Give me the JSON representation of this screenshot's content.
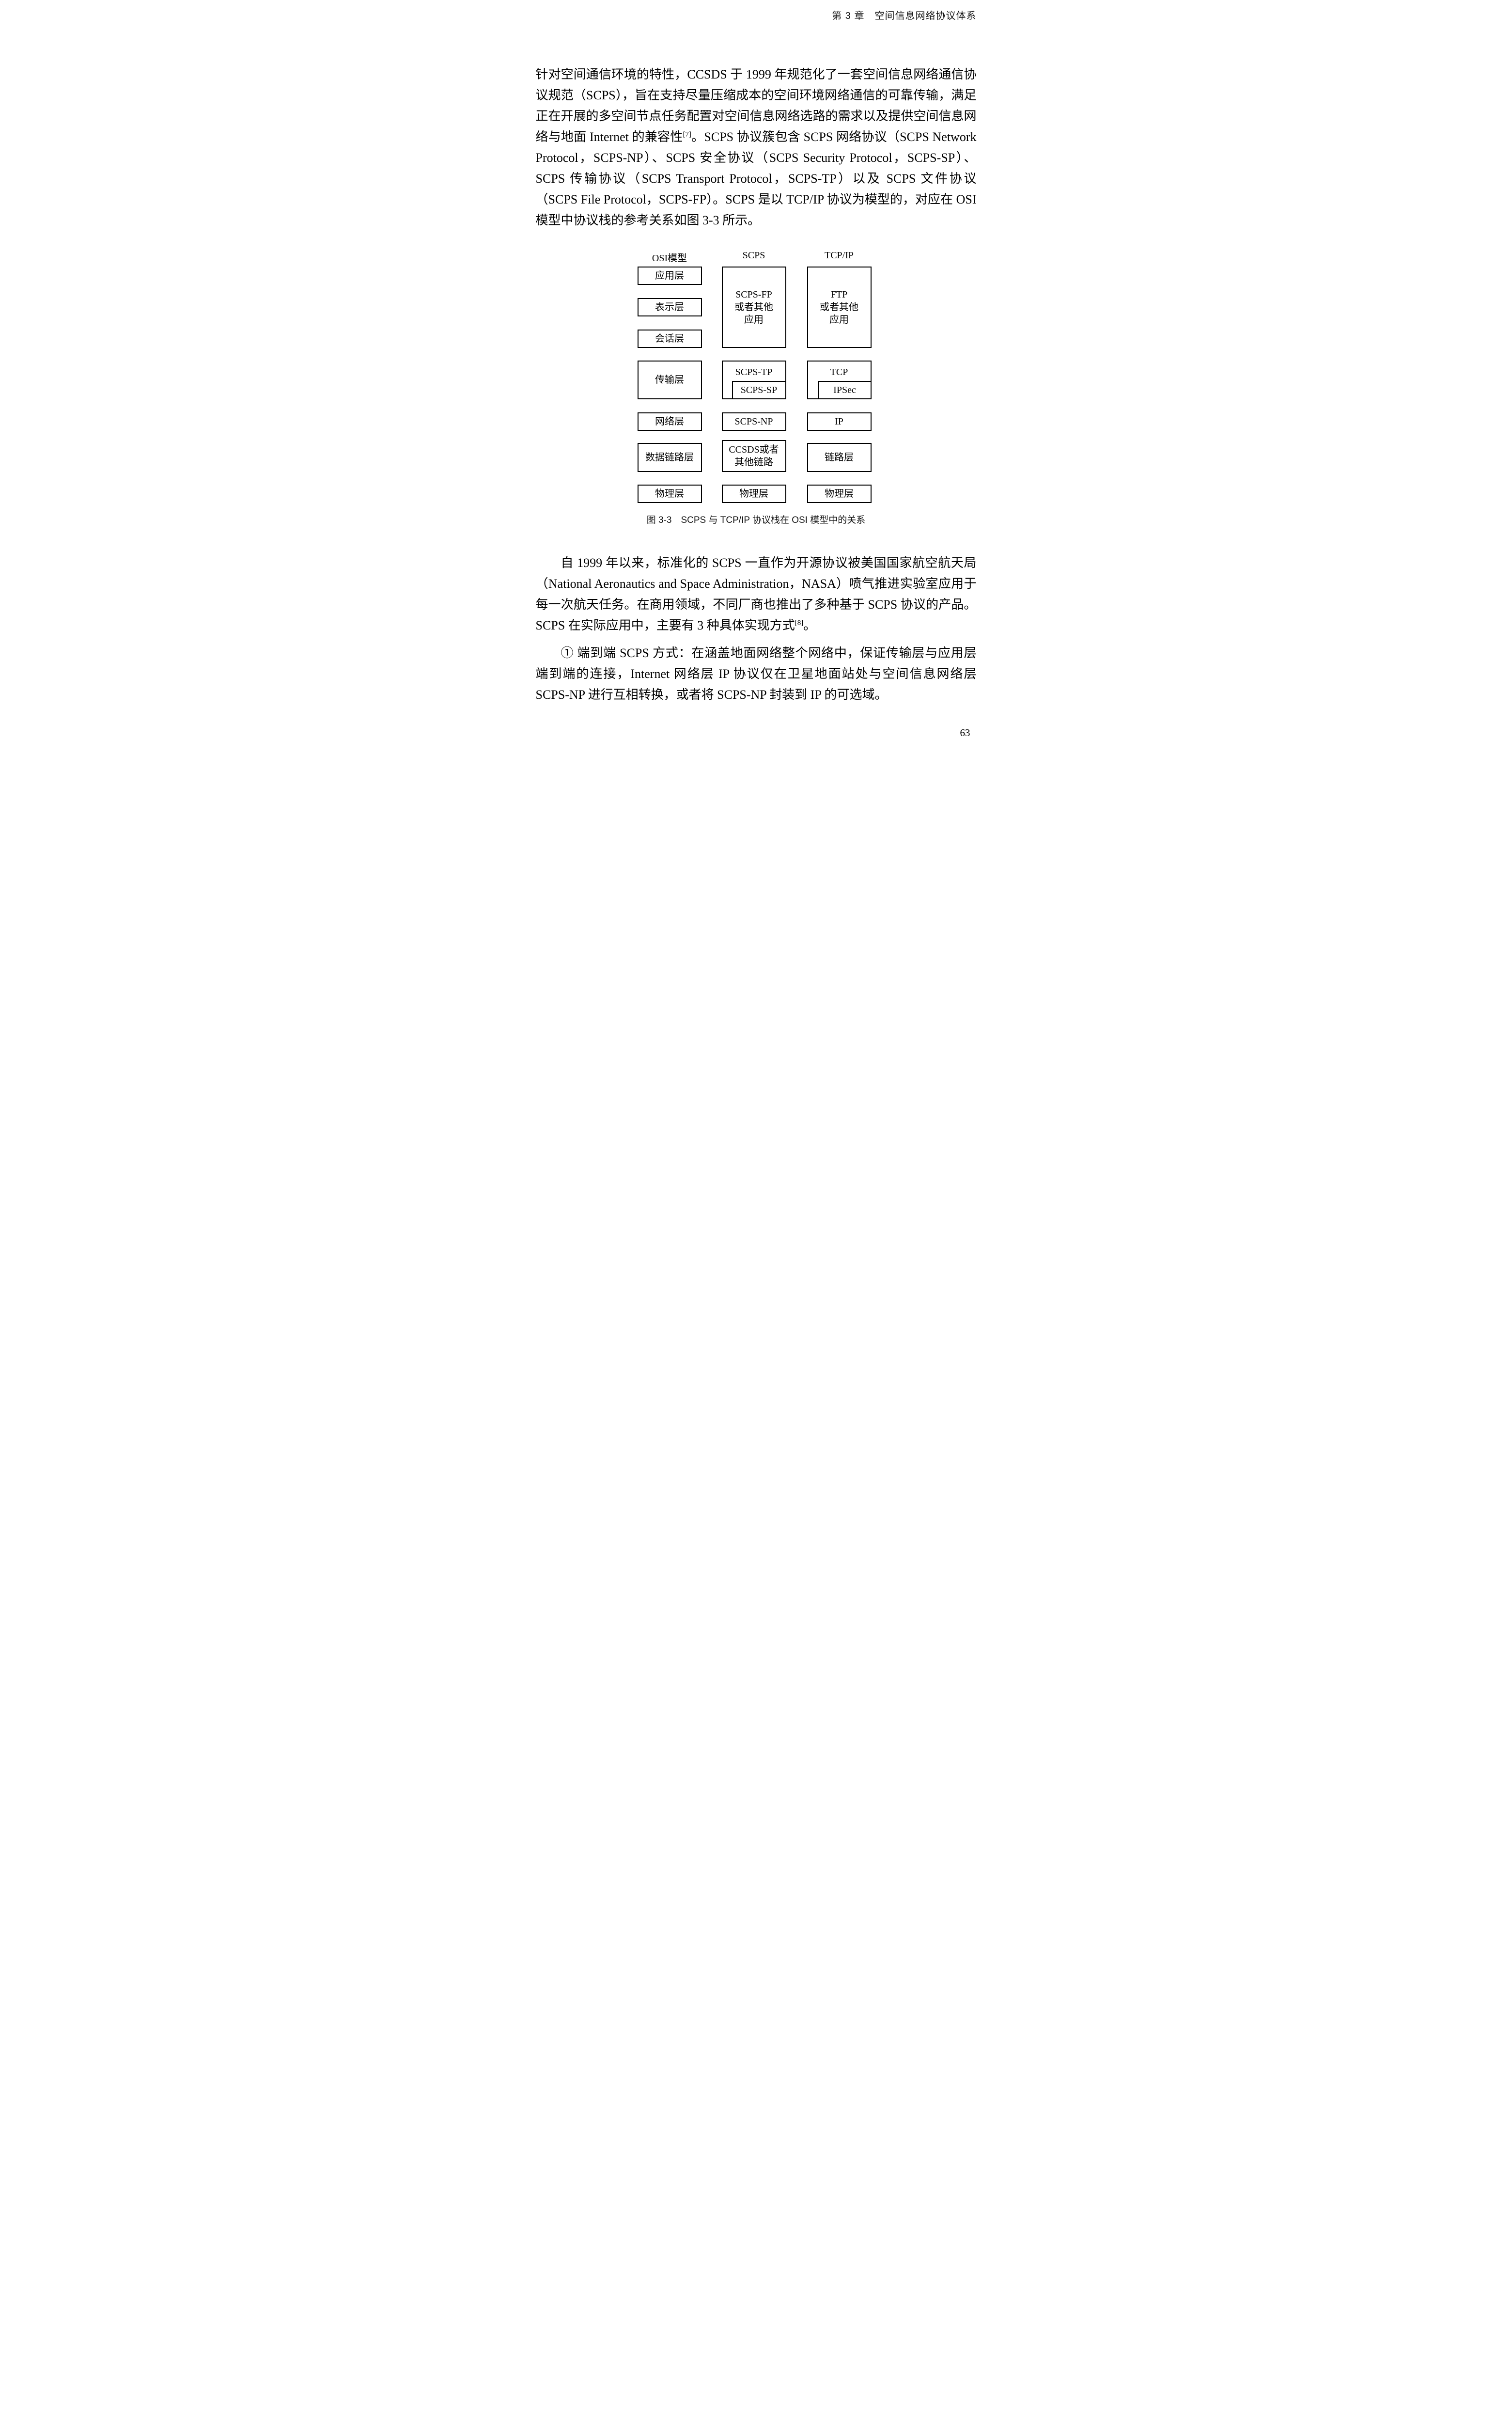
{
  "header": {
    "chapter_title": "第 3 章　空间信息网络协议体系"
  },
  "paragraphs": {
    "p1": [
      {
        "text": "针对空间通信环境的特性，CCSDS 于 1999 年规范化了一套空间信息网络通信协议规范（SCPS），旨在支持尽量压缩成本的空间环境网络通信的可靠传输，满足正在开展的多空间节点任务配置对空间信息网络选路的需求以及提供空间信息网络与地面 Internet 的兼容性"
      },
      {
        "text": "[7]",
        "sup": true
      },
      {
        "text": "。SCPS 协议簇包含 SCPS 网络协议（SCPS Network Protocol，SCPS-NP）、SCPS 安全协议（SCPS Security Protocol，SCPS-SP）、SCPS 传输协议（SCPS Transport Protocol，SCPS-TP）以及 SCPS 文件协议（SCPS File Protocol，SCPS-FP）。SCPS 是以 TCP/IP 协议为模型的，对应在 OSI 模型中协议栈的参考关系如图 3-3 所示。"
      }
    ],
    "p2": [
      {
        "text": "自 1999 年以来，标准化的 SCPS 一直作为开源协议被美国国家航空航天局（National Aeronautics and Space Administration，NASA）喷气推进实验室应用于每一次航天任务。在商用领域，不同厂商也推出了多种基于 SCPS 协议的产品。SCPS 在实际应用中，主要有 3 种具体实现方式"
      },
      {
        "text": "[8]",
        "sup": true
      },
      {
        "text": "。"
      }
    ],
    "p3": [
      {
        "text": "① 端到端 SCPS 方式：在涵盖地面网络整个网络中，保证传输层与应用层端到端的连接，Internet 网络层 IP 协议仅在卫星地面站处与空间信息网络层 SCPS-NP 进行互相转换，或者将 SCPS-NP 封装到 IP 的可选域。"
      }
    ]
  },
  "figure": {
    "caption": "图 3-3　SCPS 与 TCP/IP 协议栈在 OSI 模型中的关系",
    "osi": {
      "title": "OSI模型",
      "app": "应用层",
      "presentation": "表示层",
      "session": "会话层",
      "transport": "传输层",
      "network": "网络层",
      "datalink": "数据链路层",
      "physical": "物理层"
    },
    "scps": {
      "title": "SCPS",
      "app": "SCPS-FP\n或者其他\n应用",
      "transport": "SCPS-TP",
      "security": "SCPS-SP",
      "network": "SCPS-NP",
      "link": "CCSDS或者\n其他链路",
      "physical": "物理层"
    },
    "tcpip": {
      "title": "TCP/IP",
      "app": "FTP\n或者其他\n应用",
      "transport": "TCP",
      "security": "IPSec",
      "network": "IP",
      "link": "链路层",
      "physical": "物理层"
    }
  },
  "footer": {
    "page_number": "63"
  }
}
